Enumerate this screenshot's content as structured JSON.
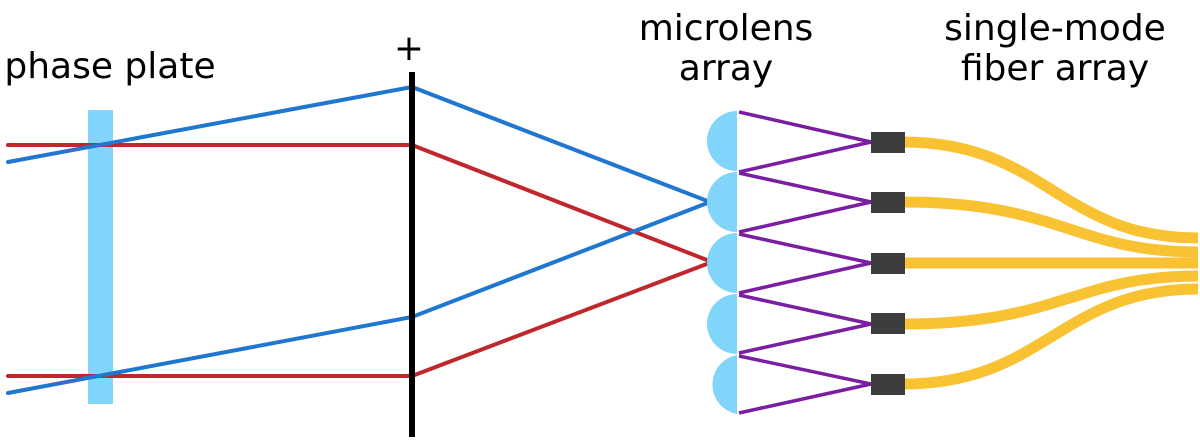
{
  "labels": {
    "phase_plate": "phase plate",
    "lens_symbol": "+",
    "microlens_line1": "microlens",
    "microlens_line2": "array",
    "fiber_line1": "single-mode",
    "fiber_line2": "fiber array"
  },
  "colors": {
    "red_beam": "#c0272d",
    "blue_beam": "#1f77d0",
    "purple_beam": "#7b1fa2",
    "plate": "#81d4fa",
    "microlens": "#81d4fa",
    "lens_line": "#000000",
    "fiber_connector": "#3d3d3d",
    "fiber": "#f9c232"
  },
  "microlens_count": 5,
  "fiber_count": 5
}
